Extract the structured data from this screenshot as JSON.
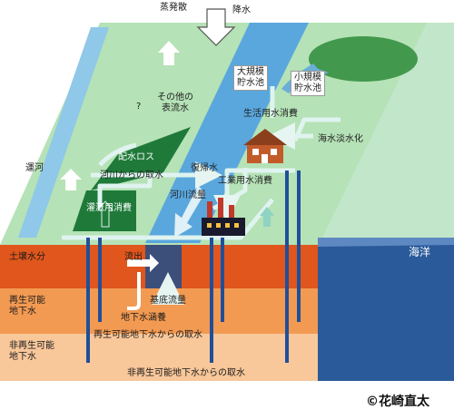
{
  "labels": {
    "evaporation": "蒸発散",
    "precipitation": "降水",
    "large_reservoir": "大規模\n貯水池",
    "small_reservoir": "小規模\n貯水池",
    "other_surface_flow": "その他の\n表流水",
    "canal": "運河",
    "distribution_loss": "配水ロス",
    "river_withdrawal": "河川からの取水",
    "irrigation_use": "灌漑用消費",
    "return_water": "復帰水",
    "river_flow": "河川流量",
    "domestic_use": "生活用水消費",
    "desalination": "海水淡水化",
    "industrial_use": "工業用水消費",
    "ocean": "海洋",
    "soil_moisture": "土壌水分",
    "outflow": "流出",
    "renewable_gw": "再生可能\n地下水",
    "baseflow": "基底流量",
    "gw_recharge": "地下水涵養",
    "renewable_gw_withdrawal": "再生可能地下水からの取水",
    "nonrenewable_gw": "非再生可能\n地下水",
    "nonrenewable_gw_withdrawal": "非再生可能地下水からの取水",
    "question": "?"
  },
  "credit": "©花崎直太",
  "colors": {
    "land": "#b5e2b6",
    "land_front": "#a6d9a6",
    "river": "#5aa7de",
    "field": "#1f7a3a",
    "soil": "#e0561c",
    "renewable": "#f39a52",
    "nonrenewable": "#f8c79a",
    "ocean": "#2a5a9a",
    "ocean_top": "#5d88c2",
    "arrow_light": "#dff3ef",
    "pipe": "#1f4f9a"
  }
}
